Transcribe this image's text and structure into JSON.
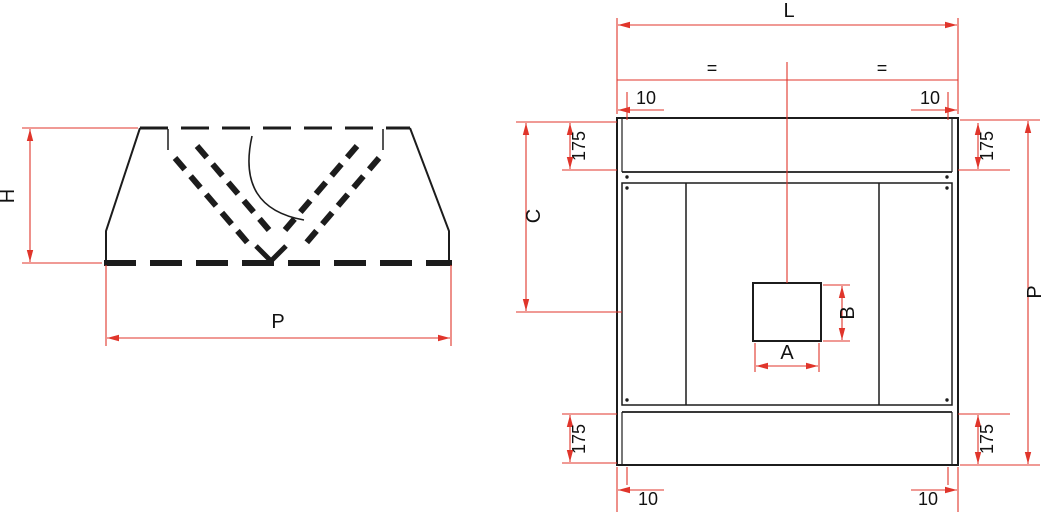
{
  "drawing": {
    "colors": {
      "geometry": "#1c1c1c",
      "dimension": "#e0352b",
      "text": "#111111",
      "background": "#ffffff"
    },
    "side_view": {
      "dim_h": "H",
      "dim_p": "P"
    },
    "plan_view": {
      "dim_l": "L",
      "dim_p": "P",
      "dim_c": "C",
      "dim_a": "A",
      "dim_b": "B",
      "eq_left": "=",
      "eq_right": "=",
      "flange_top_left": "175",
      "flange_top_right": "175",
      "flange_bottom_left": "175",
      "flange_bottom_right": "175",
      "offset_top_left": "10",
      "offset_top_right": "10",
      "offset_bottom_left": "10",
      "offset_bottom_right": "10"
    }
  }
}
